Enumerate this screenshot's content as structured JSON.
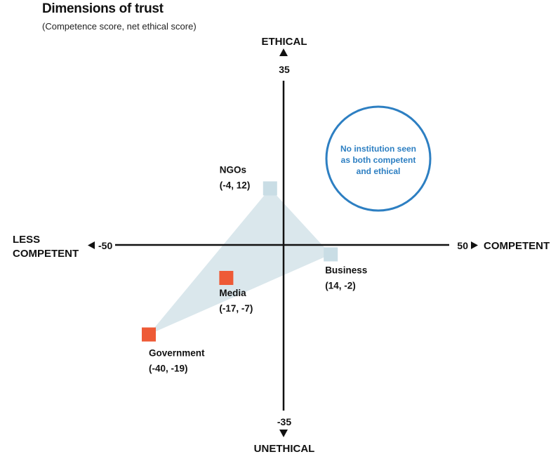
{
  "title": "Dimensions of trust",
  "subtitle": "(Competence score, net ethical score)",
  "chart_data": {
    "type": "scatter",
    "xlabel_positive": "COMPETENT",
    "xlabel_negative": [
      "LESS",
      "COMPETENT"
    ],
    "ylabel_positive": "ETHICAL",
    "ylabel_negative": "UNETHICAL",
    "xlim": [
      -50,
      50
    ],
    "ylim": [
      -35,
      35
    ],
    "x_tick_labels": [
      "-50",
      "50"
    ],
    "y_tick_labels": [
      "35",
      "-35"
    ],
    "points": [
      {
        "name": "NGOs",
        "coord_label": "(-4, 12)",
        "x": -4,
        "y": 12,
        "color": "#c9dde5"
      },
      {
        "name": "Business",
        "coord_label": "(14, -2)",
        "x": 14,
        "y": -2,
        "color": "#c9dde5"
      },
      {
        "name": "Media",
        "coord_label": "(-17, -7)",
        "x": -17,
        "y": -7,
        "color": "#ee5a36"
      },
      {
        "name": "Government",
        "coord_label": "(-40, -19)",
        "x": -40,
        "y": -19,
        "color": "#ee5a36"
      }
    ],
    "shaded_region_points": [
      "NGOs",
      "Business",
      "Government"
    ],
    "shaded_color": "#dae7ec",
    "annotation": [
      "No institution seen",
      "as both competent",
      "and ethical"
    ],
    "annotation_color": "#2d7fc2",
    "grid": false
  }
}
